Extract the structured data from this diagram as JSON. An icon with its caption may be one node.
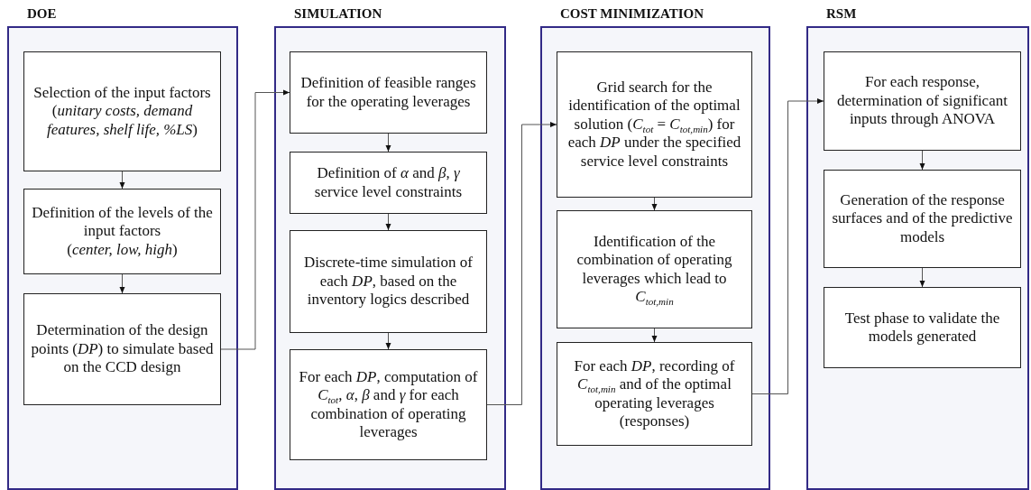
{
  "diagram": {
    "nodes": [
      {
        "text": [
          "DOE"
        ]
      },
      {
        "text": [
          "Selection of the input factors",
          "(*unitary costs, demand features, shelf life, %LS*)"
        ],
        "in": 0
      },
      {
        "text": [
          "Definition of the levels of the input factors",
          "(*center, low, high*)"
        ],
        "in": 0
      },
      {
        "text": [
          "Determination of the design points (*DP*) to simulate based on the CCD design"
        ],
        "in": 0
      },
      {
        "text": [
          "SIMULATION"
        ]
      },
      {
        "text": [
          "Definition of feasible ranges for the operating leverages"
        ],
        "in": 4
      },
      {
        "text": [
          "Definition of *α* and *β*, *γ* service level constraints"
        ],
        "in": 4
      },
      {
        "text": [
          "Discrete-time simulation of each *DP*, based on the inventory logics described"
        ],
        "in": 4
      },
      {
        "text": [
          "For each *DP*, computation of *C*$_{tot}$, *α*, *β* and *γ* for each combination of operating leverages"
        ],
        "in": 4
      },
      {
        "text": [
          "COST MINIMIZATION"
        ]
      },
      {
        "text": [
          "Grid search for the identification of the optimal solution (*C*$_{tot}$ = *C*$_{tot,min}$) for each *DP* under the specified service level constraints"
        ],
        "in": 9
      },
      {
        "text": [
          "Identification of the combination of operating leverages which lead to *C*$_{tot,min}$"
        ],
        "in": 9
      },
      {
        "text": [
          "For each *DP*, recording of *C*$_{tot,min}$ and of the optimal operating leverages (responses)"
        ],
        "in": 9
      },
      {
        "text": [
          "RSM"
        ]
      },
      {
        "text": [
          "For each response, determination of significant inputs through ANOVA"
        ],
        "in": 13
      },
      {
        "text": [
          "Generation of the response surfaces and of the predictive models"
        ],
        "in": 13
      },
      {
        "text": [
          "Test phase to validate the models generated"
        ],
        "in": 13
      }
    ],
    "edges": [
      {
        "from": 1,
        "to": 2,
        "arrow": "to"
      },
      {
        "from": 2,
        "to": 3,
        "arrow": "to"
      },
      {
        "from": 3,
        "to": 5,
        "arrow": "to"
      },
      {
        "from": 5,
        "to": 6,
        "arrow": "to"
      },
      {
        "from": 6,
        "to": 7,
        "arrow": "to"
      },
      {
        "from": 7,
        "to": 8,
        "arrow": "to"
      },
      {
        "from": 8,
        "to": 10,
        "arrow": "to"
      },
      {
        "from": 10,
        "to": 11,
        "arrow": "to"
      },
      {
        "from": 11,
        "to": 12,
        "arrow": "to"
      },
      {
        "from": 12,
        "to": 14,
        "arrow": "to"
      },
      {
        "from": 14,
        "to": 15,
        "arrow": "to"
      },
      {
        "from": 15,
        "to": 16,
        "arrow": "to"
      }
    ]
  }
}
